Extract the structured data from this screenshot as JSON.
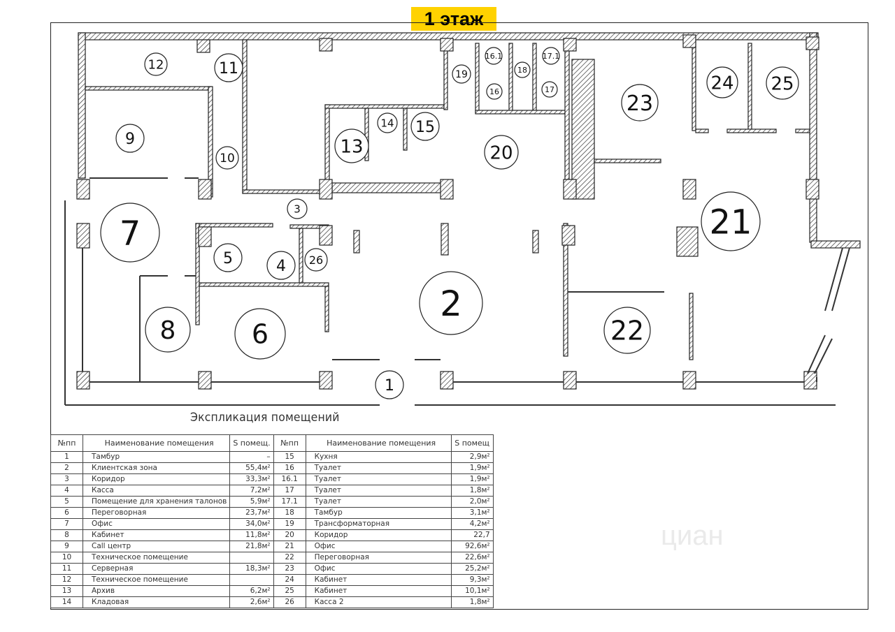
{
  "title": "1 этаж",
  "caption": "Экспликация помещений",
  "watermark": "циан",
  "table": {
    "headers": {
      "no": "№пп",
      "name": "Наименование помещения",
      "area_left": "S помещ.",
      "area_right": "S помещ"
    },
    "left": [
      {
        "no": "1",
        "name": "Тамбур",
        "area": "–"
      },
      {
        "no": "2",
        "name": "Клиентская зона",
        "area": "55,4м²"
      },
      {
        "no": "3",
        "name": "Коридор",
        "area": "33,3м²"
      },
      {
        "no": "4",
        "name": "Касса",
        "area": "7,2м²"
      },
      {
        "no": "5",
        "name": "Помещение для хранения талонов",
        "area": "5,9м²"
      },
      {
        "no": "6",
        "name": "Переговорная",
        "area": "23,7м²"
      },
      {
        "no": "7",
        "name": "Офис",
        "area": "34,0м²"
      },
      {
        "no": "8",
        "name": "Кабинет",
        "area": "11,8м²"
      },
      {
        "no": "9",
        "name": "Call центр",
        "area": "21,8м²"
      },
      {
        "no": "10",
        "name": "Техническое помещение",
        "area": ""
      },
      {
        "no": "11",
        "name": "Серверная",
        "area": "18,3м²"
      },
      {
        "no": "12",
        "name": "Техническое помещение",
        "area": ""
      },
      {
        "no": "13",
        "name": "Архив",
        "area": "6,2м²"
      },
      {
        "no": "14",
        "name": "Кладовая",
        "area": "2,6м²"
      }
    ],
    "right": [
      {
        "no": "15",
        "name": "Кухня",
        "area": "2,9м²"
      },
      {
        "no": "16",
        "name": "Туалет",
        "area": "1,9м²"
      },
      {
        "no": "16.1",
        "name": "Туалет",
        "area": "1,9м²"
      },
      {
        "no": "17",
        "name": "Туалет",
        "area": "1,8м²"
      },
      {
        "no": "17.1",
        "name": "Туалет",
        "area": "2,0м²"
      },
      {
        "no": "18",
        "name": "Тамбур",
        "area": "3,1м²"
      },
      {
        "no": "19",
        "name": "Трансформаторная",
        "area": "4,2м²"
      },
      {
        "no": "20",
        "name": "Коридор",
        "area": "22,7"
      },
      {
        "no": "21",
        "name": "Офис",
        "area": "92,6м²"
      },
      {
        "no": "22",
        "name": "Переговорная",
        "area": "22,6м²"
      },
      {
        "no": "23",
        "name": "Офис",
        "area": "25,2м²"
      },
      {
        "no": "24",
        "name": "Кабинет",
        "area": "9,3м²"
      },
      {
        "no": "25",
        "name": "Кабинет",
        "area": "10,1м²"
      },
      {
        "no": "26",
        "name": "Касса 2",
        "area": "1,8м²"
      }
    ]
  },
  "rooms": [
    "1",
    "2",
    "3",
    "4",
    "5",
    "6",
    "7",
    "8",
    "9",
    "10",
    "11",
    "12",
    "13",
    "14",
    "15",
    "16",
    "16.1",
    "17",
    "17.1",
    "18",
    "19",
    "20",
    "21",
    "22",
    "23",
    "24",
    "25",
    "26"
  ],
  "colors": {
    "badge": "#ffd200",
    "wall": "#222222"
  }
}
